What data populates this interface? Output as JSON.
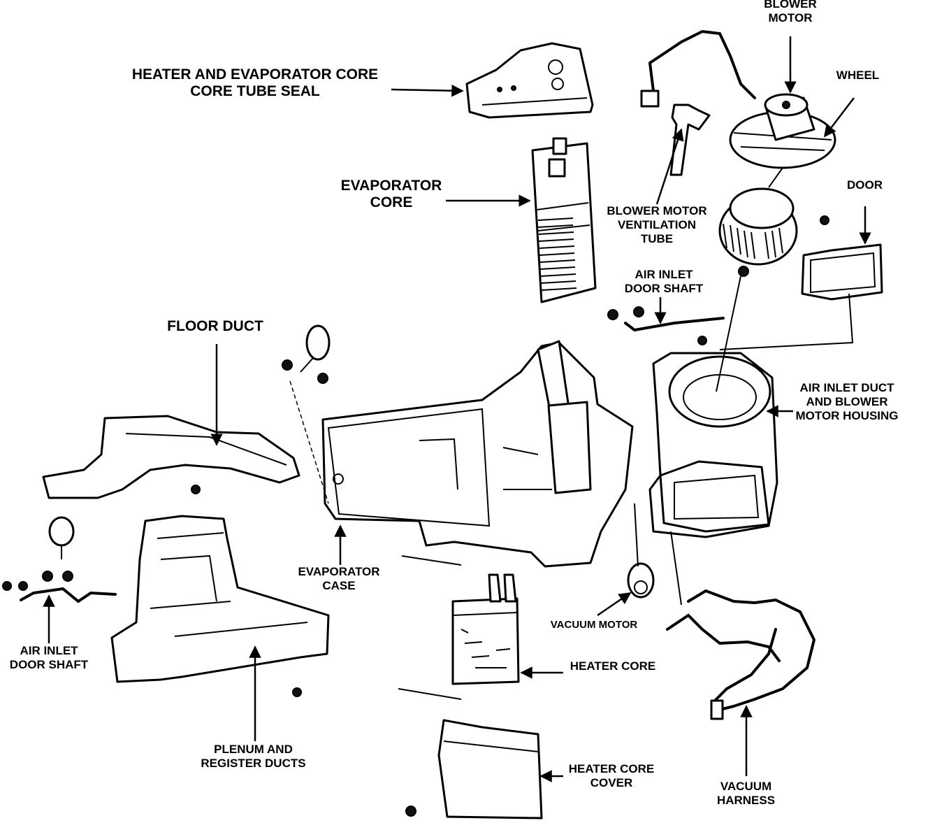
{
  "diagram": {
    "labels": {
      "blower_motor": [
        "BLOWER",
        "MOTOR"
      ],
      "wheel": "WHEEL",
      "tube_seal": [
        "HEATER AND EVAPORATOR CORE",
        "CORE TUBE SEAL"
      ],
      "evaporator_core": [
        "EVAPORATOR",
        "CORE"
      ],
      "door": "DOOR",
      "ventilation_tube": [
        "BLOWER MOTOR",
        "VENTILATION",
        "TUBE"
      ],
      "air_inlet_door_shaft_upper": [
        "AIR INLET",
        "DOOR SHAFT"
      ],
      "floor_duct": "FLOOR DUCT",
      "air_inlet_duct": [
        "AIR INLET DUCT",
        "AND BLOWER",
        "MOTOR HOUSING"
      ],
      "evaporator_case": [
        "EVAPORATOR",
        "CASE"
      ],
      "vacuum_motor": "VACUUM MOTOR",
      "heater_core": "HEATER CORE",
      "air_inlet_door_shaft_lower": [
        "AIR INLET",
        "DOOR SHAFT"
      ],
      "plenum": [
        "PLENUM AND",
        "REGISTER DUCTS"
      ],
      "heater_core_cover": [
        "HEATER CORE",
        "COVER"
      ],
      "vacuum_harness": [
        "VACUUM",
        "HARNESS"
      ]
    }
  }
}
